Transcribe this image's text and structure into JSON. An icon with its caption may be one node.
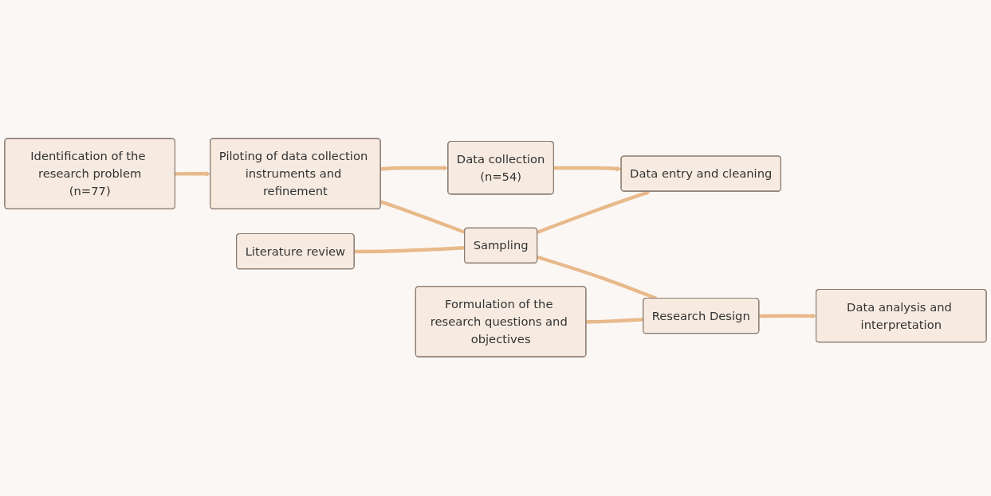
{
  "diagram": {
    "nodes": [
      {
        "text": [
          "Identification of the research problem",
          "(n=77)"
        ]
      },
      {
        "text": [
          "Piloting of data collection instruments and refinement"
        ]
      },
      {
        "text": [
          "Data collection",
          "(n=54)"
        ]
      },
      {
        "text": [
          "Literature review"
        ]
      },
      {
        "text": [
          "Sampling"
        ]
      },
      {
        "text": [
          "Data entry and cleaning"
        ]
      },
      {
        "text": [
          "Formulation of the research questions and objectives"
        ]
      },
      {
        "text": [
          "Research Design"
        ]
      },
      {
        "text": [
          "Data analysis and interpretation"
        ]
      }
    ],
    "edges": [
      {
        "from": 0,
        "to": 1,
        "arrow": "to"
      },
      {
        "from": 1,
        "to": 2,
        "arrow": "to"
      },
      {
        "from": 2,
        "to": 5,
        "arrow": "to"
      },
      {
        "from": 1,
        "to": 4,
        "arrow": "none"
      },
      {
        "from": 3,
        "to": 4,
        "arrow": "none"
      },
      {
        "from": 4,
        "to": 5,
        "arrow": "to"
      },
      {
        "from": 4,
        "to": 7,
        "arrow": "none"
      },
      {
        "from": 6,
        "to": 7,
        "arrow": "none"
      },
      {
        "from": 7,
        "to": 8,
        "arrow": "to"
      }
    ]
  }
}
